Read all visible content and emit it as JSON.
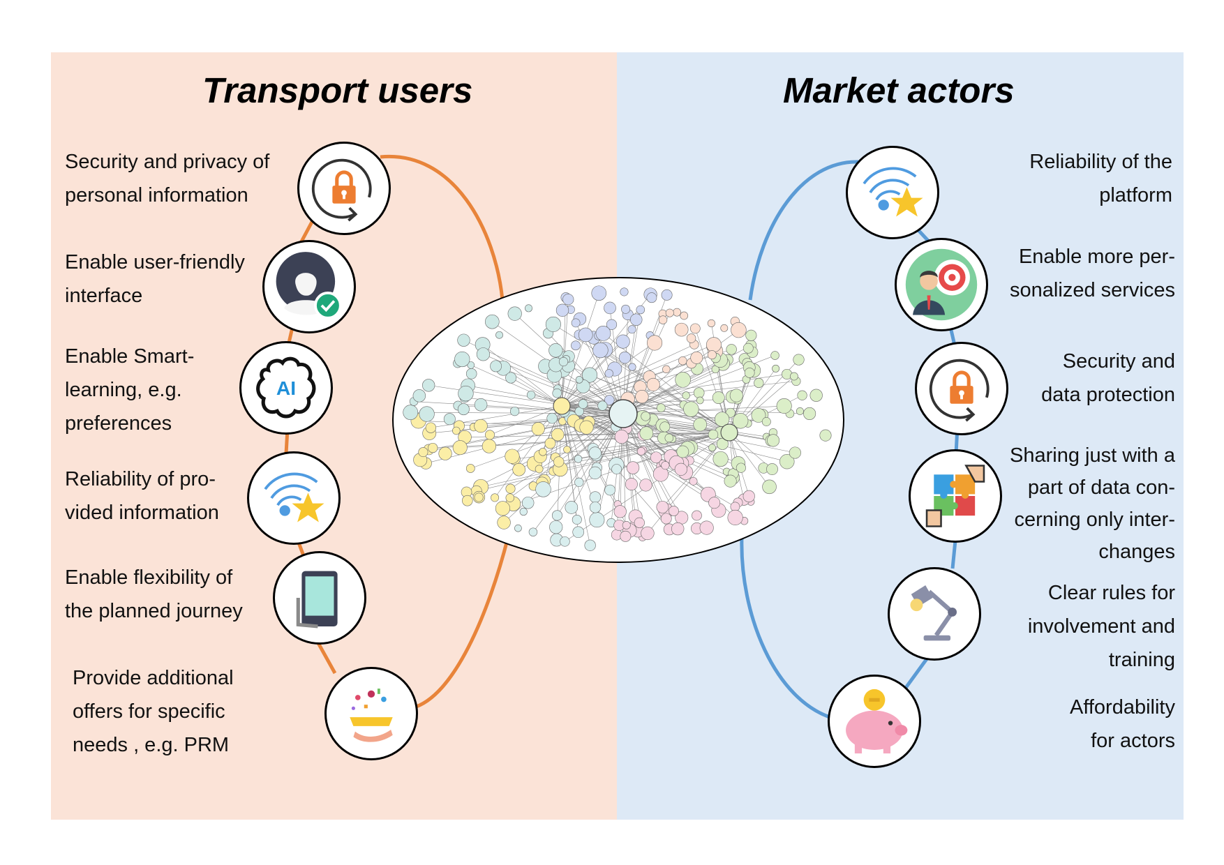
{
  "left_panel": {
    "title": "Transport users",
    "items": [
      {
        "lines": [
          "Security and privacy of",
          "personal information"
        ],
        "icon": "padlock-refresh-icon"
      },
      {
        "lines": [
          "Enable user-friendly",
          "interface"
        ],
        "icon": "user-check-icon"
      },
      {
        "lines": [
          "Enable Smart-",
          "learning, e.g.",
          "preferences"
        ],
        "icon": "ai-brain-icon"
      },
      {
        "lines": [
          "Reliability of pro-",
          "vided information"
        ],
        "icon": "wifi-star-icon"
      },
      {
        "lines": [
          "Enable flexibility of",
          "the planned journey"
        ],
        "icon": "phone-map-icon"
      },
      {
        "lines": [
          "Provide additional",
          "offers for specific",
          "needs , e.g. PRM"
        ],
        "icon": "gift-offer-icon"
      }
    ]
  },
  "right_panel": {
    "title": "Market actors",
    "items": [
      {
        "lines": [
          "Reliability of the",
          "platform"
        ],
        "icon": "wifi-star-icon"
      },
      {
        "lines": [
          "Enable more per-",
          "sonalized services"
        ],
        "icon": "businessman-target-icon"
      },
      {
        "lines": [
          "Security and",
          "data protection"
        ],
        "icon": "padlock-refresh-icon"
      },
      {
        "lines": [
          "Sharing just with a",
          "part of data con-",
          "cerning only inter-",
          "changes"
        ],
        "icon": "puzzle-hands-icon"
      },
      {
        "lines": [
          "Clear rules for",
          "involvement and",
          "training"
        ],
        "icon": "desk-lamp-icon"
      },
      {
        "lines": [
          "Affordability",
          "for actors"
        ],
        "icon": "piggy-bank-icon"
      }
    ]
  },
  "center": {
    "icon": "knowledge-graph-network-icon"
  },
  "colors": {
    "left_background": "#fbe3d7",
    "right_background": "#dde9f6",
    "left_curve": "#e8843a",
    "right_curve": "#5b9bd5"
  }
}
